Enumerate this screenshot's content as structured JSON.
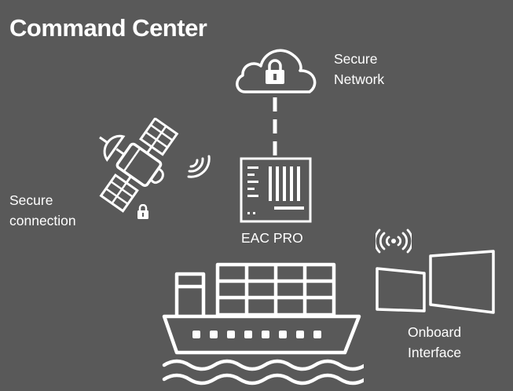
{
  "title": "Command Center",
  "labels": {
    "secure_network": [
      "Secure",
      "Network"
    ],
    "secure_connection": [
      "Secure",
      "connection"
    ],
    "eac_pro": "EAC PRO",
    "onboard_interface": [
      "Onboard",
      "Interface"
    ]
  },
  "icons": {
    "cloud": "cloud-lock-icon",
    "satellite": "satellite-icon",
    "satellite_lock": "padlock-icon",
    "controller": "eac-controller-icon",
    "ship": "container-ship-icon",
    "displays": "dual-display-icon",
    "signal": "wireless-signal-icon"
  },
  "colors": {
    "background": "#595959",
    "foreground": "#ffffff"
  }
}
